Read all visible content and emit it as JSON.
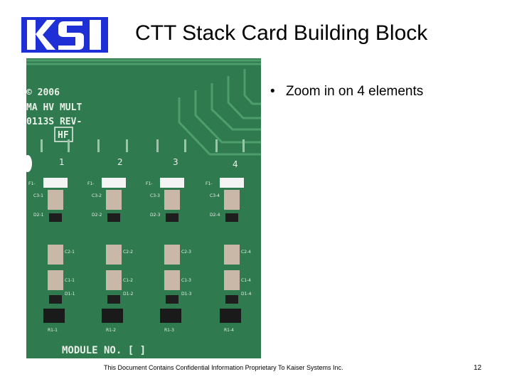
{
  "logo": {
    "text": "KSI"
  },
  "slide": {
    "title": "CTT Stack Card Building Block",
    "bullets": [
      "Zoom in on 4 elements"
    ]
  },
  "photo": {
    "board_text": [
      "© 2006",
      "MA HV MULT",
      "0113S REV-",
      "HF",
      "MODULE NO. [ ]"
    ],
    "channel_numbers": [
      "1",
      "2",
      "3",
      "4"
    ],
    "component_labels": [
      [
        "F1-",
        "C3-1",
        "D2-1",
        "C2-1",
        "C1-1",
        "D1-1",
        "R1-1"
      ],
      [
        "F1-",
        "C3-2",
        "D2-2",
        "C2-2",
        "C1-2",
        "D1-2",
        "R1-2"
      ],
      [
        "F1-",
        "C3-3",
        "D2-3",
        "C2-3",
        "C1-3",
        "D1-3",
        "R1-3"
      ],
      [
        "F1-",
        "C3-4",
        "D2-4",
        "C2-4",
        "C1-4",
        "D1-4",
        "R1-4"
      ]
    ]
  },
  "footer": {
    "confidential": "This Document Contains Confidential Information Proprietary To Kaiser Systems Inc.",
    "page_number": "12"
  },
  "colors": {
    "logo_blue": "#1f2fd6",
    "board_green": "#2f7a4f",
    "trace_green": "#4e9e6c"
  }
}
